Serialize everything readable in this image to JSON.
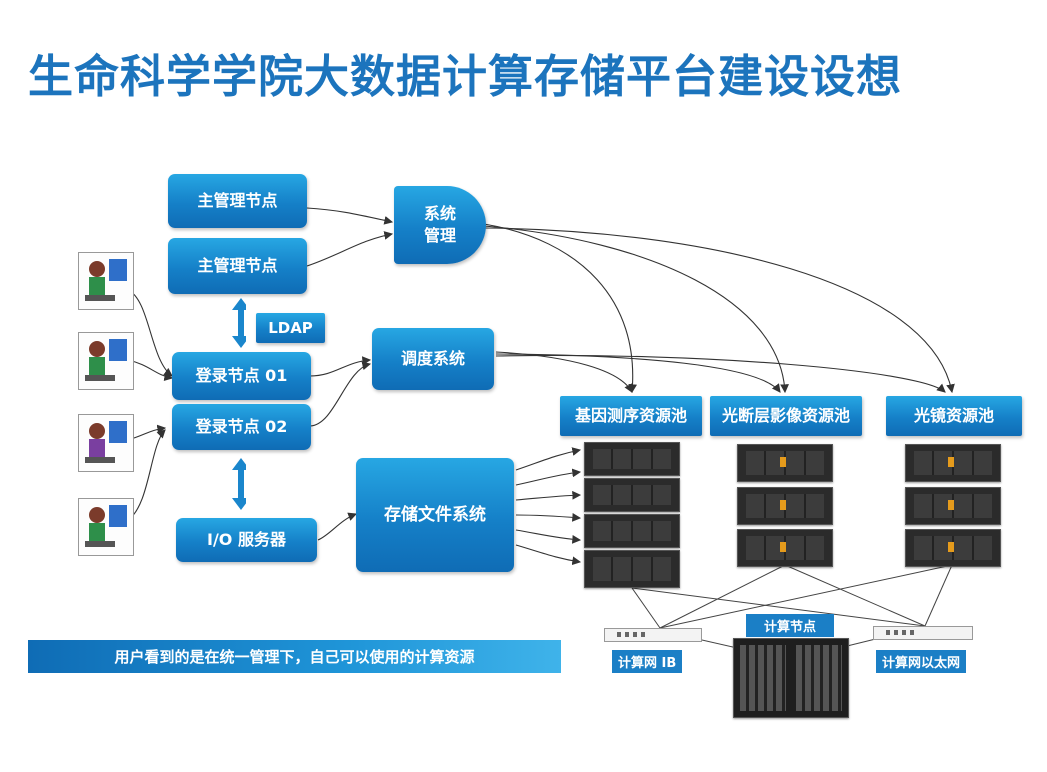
{
  "title": "生命科学学院大数据计算存储平台建设设想",
  "nodes": {
    "master1": "主管理节点",
    "master2": "主管理节点",
    "ldap": "LDAP",
    "login1": "登录节点 01",
    "login2": "登录节点 02",
    "io": "I/O 服务器",
    "sysmgmt": "系统\n管理",
    "scheduler": "调度系统",
    "storage": "存储文件系统"
  },
  "pools": {
    "genome": "基因测序资源池",
    "lightsheet": "光断层影像资源池",
    "microscope": "光镜资源池"
  },
  "network": {
    "ib": "计算网 IB",
    "compute_nodes": "计算节点",
    "ethernet": "计算网以太网"
  },
  "banner": "用户看到的是在统一管理下，自己可以使用的计算资源",
  "colors": {
    "title": "#1c74bd",
    "box": "#1580c8"
  }
}
